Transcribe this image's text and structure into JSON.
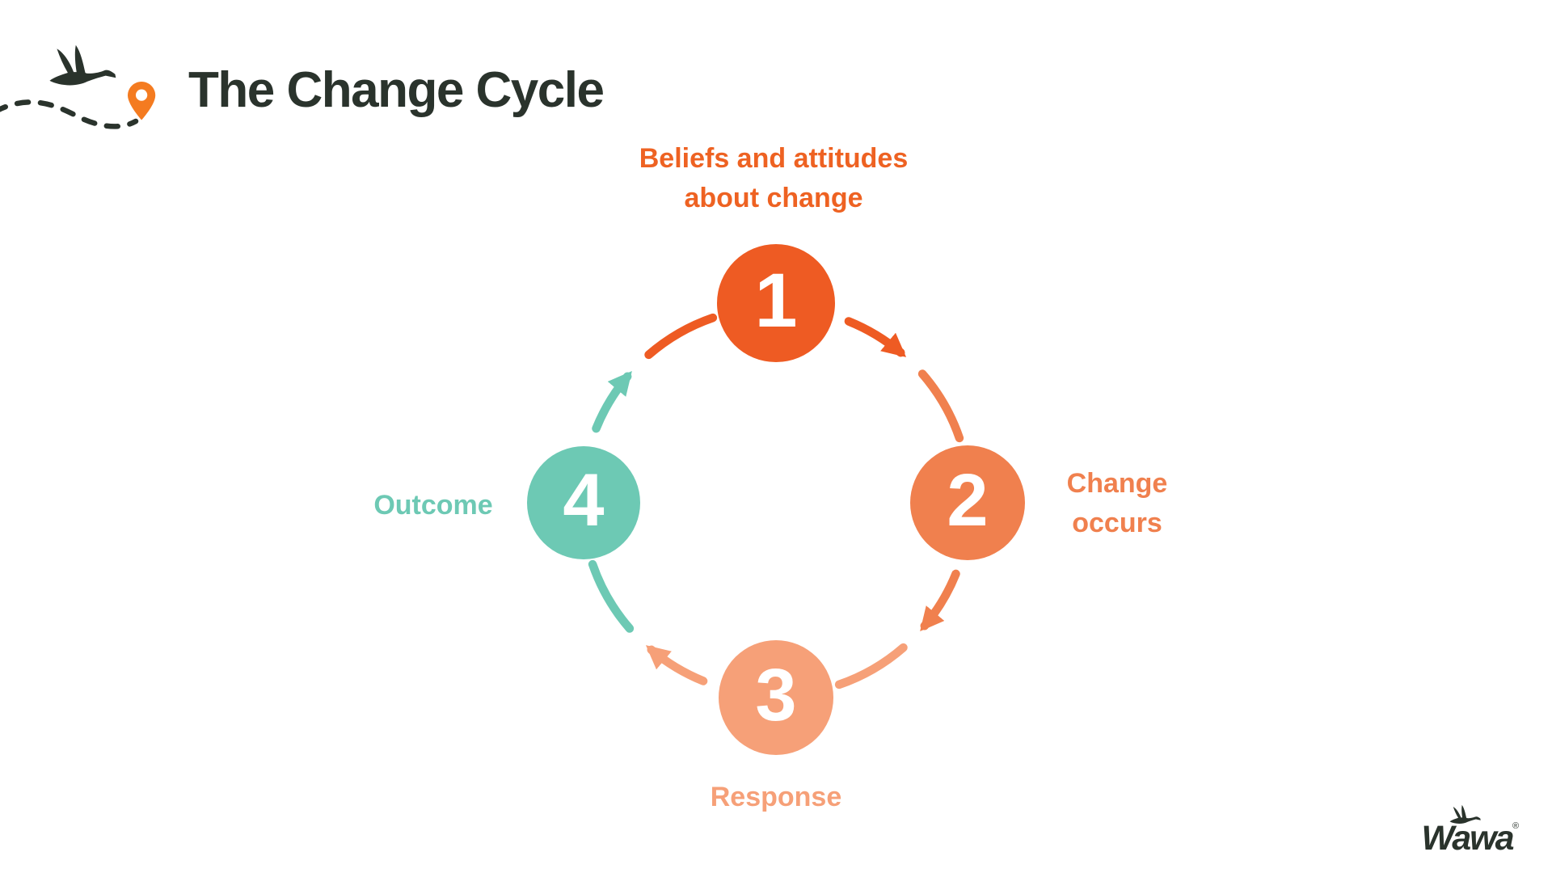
{
  "slide": {
    "title": "The Change Cycle",
    "background": "#FFFFFF",
    "ink_color": "#2A332C",
    "pin_color": "#F47B20"
  },
  "icons": {
    "header_left": "flying-goose-icon",
    "header_marker": "location-pin-icon",
    "footer": "wawa-goose-icon"
  },
  "cycle": {
    "flow": "clockwise",
    "steps": [
      {
        "number": "1",
        "position": "top",
        "color": "#EE5B23",
        "label_color": "#EE6222",
        "lines": [
          "Beliefs and attitudes",
          "about change"
        ]
      },
      {
        "number": "2",
        "position": "right",
        "color": "#F0804E",
        "label_color": "#F0804E",
        "lines": [
          "Change",
          "occurs"
        ]
      },
      {
        "number": "3",
        "position": "bottom",
        "color": "#F6A078",
        "label_color": "#F6A078",
        "lines": [
          "Response"
        ]
      },
      {
        "number": "4",
        "position": "left",
        "color": "#6DC9B4",
        "label_color": "#6DC9B4",
        "lines": [
          "Outcome"
        ]
      }
    ]
  },
  "footer": {
    "brand_wordmark": "Wawa",
    "registered_mark": "®"
  }
}
